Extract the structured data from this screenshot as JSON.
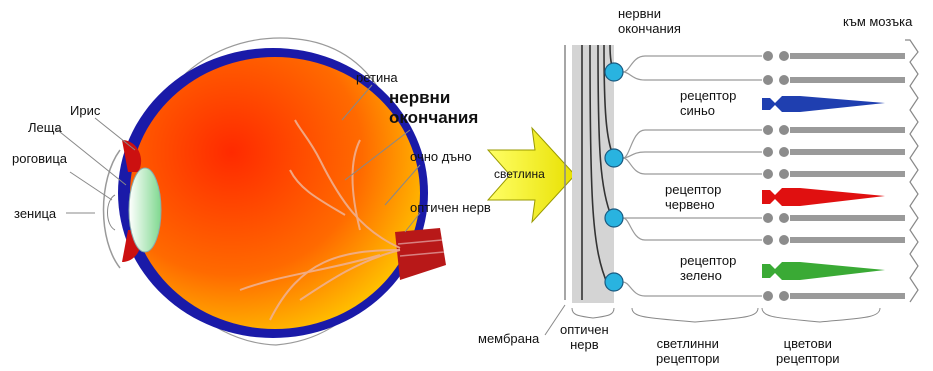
{
  "eye": {
    "retina": "ретина",
    "nerve_endings_bold": "нервни\nокончания",
    "iris": "Ирис",
    "lens": "Леща",
    "cornea": "роговица",
    "pupil": "зеница",
    "fundus": "очно дъно",
    "optic_nerve": "оптичен нерв"
  },
  "light_arrow": {
    "label": "светлина"
  },
  "retina_detail": {
    "nerve_endings": "нервни\nокончания",
    "to_brain": "към мозъка",
    "receptor_blue": "рецептор\nсиньо",
    "receptor_red": "рецептор\nчервено",
    "receptor_green": "рецептор\nзелено",
    "membrane": "мембрана",
    "optic_nerve": "оптичен\nнерв",
    "light_receptors": "светлинни\nрецептори",
    "color_receptors": "цветови\nрецептори"
  },
  "colors": {
    "blue_cone": "#1f3fb0",
    "red_cone": "#e01010",
    "green_cone": "#3aaa35",
    "nerve_node": "#29b3e0",
    "arrow_fill": "#f5f000"
  }
}
